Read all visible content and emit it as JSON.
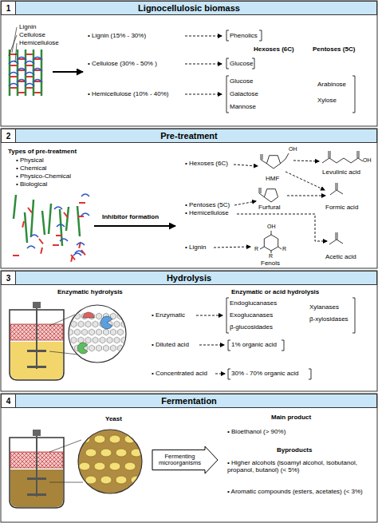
{
  "diagram": {
    "nodes": [
      {
        "text": [
          "Lignocellulosic biomass"
        ]
      },
      {
        "text": [
          "1"
        ],
        "in": 0
      },
      {
        "text": [
          "Pre-treatment"
        ]
      },
      {
        "text": [
          "2"
        ],
        "in": 2
      },
      {
        "text": [
          "Hydrolysis"
        ]
      },
      {
        "text": [
          "3"
        ],
        "in": 4
      },
      {
        "text": [
          "Fermentation"
        ]
      },
      {
        "text": [
          "4"
        ],
        "in": 6
      },
      {
        "text": [
          "Fermenting microorganisms"
        ]
      }
    ],
    "labels": [
      "Lignin",
      "Cellulose",
      "Hemicellulose",
      "• Lignin (15% - 30%)",
      "Phenolics",
      "Hexoses (6C)",
      "Pentoses (5C)",
      "• Cellulose (30% - 50% )",
      "Glucose",
      "• Hemicellulose (10% - 40%)",
      "Glucose",
      "Galactose",
      "Mannose",
      "Arabinose",
      "Xylose",
      "Types of pre-treatment",
      "• Physical",
      "• Chemical",
      "• Physico-Chemical",
      "• Biological",
      "Inhibitor formation",
      "• Hexoses (6C)",
      "• Pentoses (5C)",
      "• Hemicellulose",
      "• Lignin",
      "HMF",
      "OH",
      "Levulinic acid",
      "OH",
      "Furfural",
      "Formic acid",
      "Acetic acid",
      "Fenols",
      "OH",
      "R",
      "R",
      "R",
      "Enzymatic hydrolysis",
      "Enzymatic or acid hydrolysis",
      "• Enzymatic",
      "Endoglucanases",
      "Exoglucanases",
      "β-glucosidades",
      "Xylanases",
      "β-xylosidases",
      "• Diluted acid",
      "1% organic acid",
      "• Concentrated acid",
      "30% - 70% organic acid",
      "Yeast",
      "Main product",
      "• Bioethanol (> 90%)",
      "Byproducts",
      "• Higher alcohols (isoamyl alcohol, isobutanol, propanol, butanol) (< 5%)",
      "• Aromatic compounds (esters, acetates) (< 3%)"
    ]
  }
}
